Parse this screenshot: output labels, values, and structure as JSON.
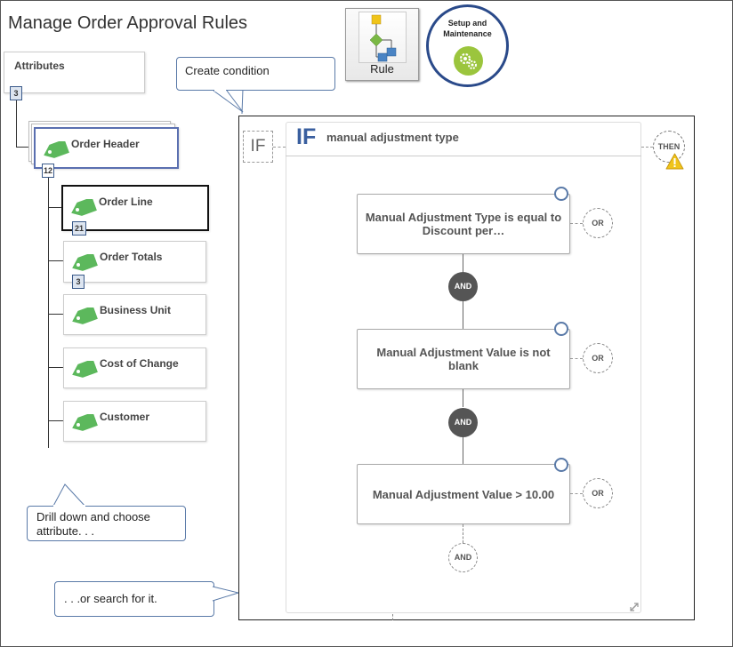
{
  "page": {
    "title": "Manage Order Approval Rules"
  },
  "toolbar": {
    "rule_label": "Rule",
    "setup_label_line1": "Setup and",
    "setup_label_line2": "Maintenance"
  },
  "callouts": {
    "create_condition": "Create condition",
    "drill_down": "Drill down and choose attribute. . .",
    "search": ". . .or search for it."
  },
  "attributes": {
    "title": "Attributes",
    "count": "3"
  },
  "tree": {
    "root": {
      "label": "Order Header",
      "count": "12"
    },
    "children": [
      {
        "label": "Order Line",
        "count": "21",
        "selected": true
      },
      {
        "label": "Order Totals",
        "count": "3"
      },
      {
        "label": "Business Unit"
      },
      {
        "label": "Cost of Change"
      },
      {
        "label": "Customer"
      }
    ]
  },
  "rule_editor": {
    "if_tab_label": "IF",
    "if_big_label": "IF",
    "title": "manual adjustment type",
    "then_label": "THEN",
    "conditions": [
      {
        "text": "Manual Adjustment Type is equal to Discount per…",
        "or_label": "OR"
      },
      {
        "text": "Manual Adjustment Value is not blank",
        "or_label": "OR"
      },
      {
        "text": "Manual Adjustment Value > 10.00",
        "or_label": "OR"
      }
    ],
    "and_labels": [
      "AND",
      "AND"
    ],
    "add_and_label": "AND"
  },
  "colors": {
    "accent_blue": "#3a5f9f",
    "tag_green": "#5cb85c",
    "warning_yellow": "#f0c419"
  }
}
